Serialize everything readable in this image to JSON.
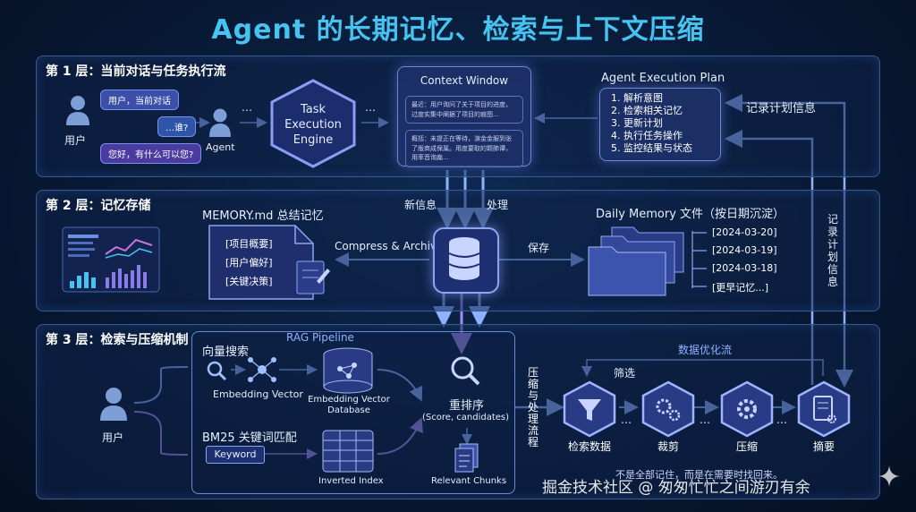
{
  "title": "Agent 的长期记忆、检索与上下文压缩",
  "layer1": {
    "title": "第 1 层：当前对话与任务执行流",
    "user_label": "用户",
    "agent_label": "Agent",
    "bubble1": "用户，当前对话",
    "bubble2": "…谁?",
    "bubble3": "您好，有什么可以您?",
    "ellipsis": "…",
    "engine": [
      "Task",
      "Execution",
      "Engine"
    ],
    "context_title": "Context Window",
    "context_note1": "最近：用户询问了关于项目的进度，过度实集中阐据了项目的痕图…",
    "context_note2": "概括：未提正在等待，演金金服到张了版商成保属。用度要取的颗肺谭，用率音询扁…",
    "plan_title": "Agent Execution Plan",
    "plan_items": [
      "1. 解析意图",
      "2. 检索相关记忆",
      "3. 更新计划",
      "4. 执行任务操作",
      "5. 监控结果与状态"
    ],
    "record_plan": "记录计划信息"
  },
  "layer2": {
    "title": "第 2 层：记忆存储",
    "new_info": "新信息",
    "process": "处理",
    "memory_md_title": "MEMORY.md 总结记忆",
    "memory_items": [
      "[项目概要]",
      "[用户偏好]",
      "[关键决策]"
    ],
    "compress": "Compress & Archive",
    "save": "保存",
    "daily_title": "Daily Memory 文件（按日期沉淀）",
    "dates": [
      "[2024-03-20]",
      "[2024-03-19]",
      "[2024-03-18]",
      "[更早记忆...]"
    ],
    "record_plan_vertical": "记录计划信息"
  },
  "layer3": {
    "title": "第 3 层：检索与压缩机制",
    "rag": "RAG Pipeline",
    "vector_search": "向量搜索",
    "embedding_vector": "Embedding Vector",
    "embedding_db": [
      "Embedding Vector",
      "Database"
    ],
    "bm25": "BM25 关键词匹配",
    "keyword": "Keyword",
    "inverted_index": "Inverted Index",
    "rerank": "重排序",
    "rerank_sub": "(Score, candidates)",
    "relevant": "Relevant Chunks",
    "user_label": "用户",
    "compress_flow": [
      "压",
      "缩",
      "与",
      "处",
      "理",
      "流",
      "程"
    ],
    "opt_flow": "数据优化流",
    "filter": "筛选",
    "steps": [
      "检索数据",
      "裁剪",
      "压缩",
      "摘要"
    ],
    "footer": "不是全部记住，而是在需要时找回来。",
    "watermark": "掘金技术社区 @ 匆匆忙忙之间游刃有余"
  },
  "colors": {
    "accent": "#46c3f0",
    "arrow": "#7fa3f5",
    "hex": "#4a63d8",
    "purple": "#8a7be8"
  }
}
